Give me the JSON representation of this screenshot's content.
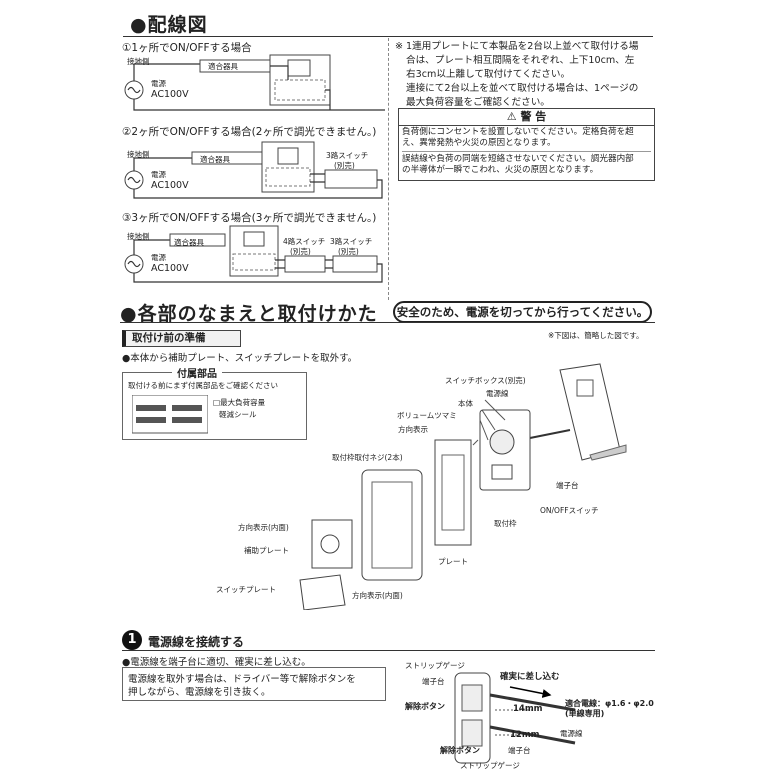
{
  "wiring": {
    "title": "●配線図",
    "case1": {
      "title": "①1ヶ所でON/OFFする場合",
      "ground": "接地側",
      "fixture": "適合器具",
      "power": "電源",
      "voltage": "AC100V"
    },
    "case2": {
      "title": "②2ヶ所でON/OFFする場合(2ヶ所で調光できません。)",
      "ground": "接地側",
      "fixture": "適合器具",
      "switch": "3路スイッチ",
      "switch_note": "(別売)",
      "power": "電源",
      "voltage": "AC100V"
    },
    "case3": {
      "title": "③3ヶ所でON/OFFする場合(3ヶ所で調光できません。)",
      "ground": "接地側",
      "fixture": "適合器具",
      "switch4": "4路スイッチ",
      "switch4_note": "(別売)",
      "switch3": "3路スイッチ",
      "switch3_note": "(別売)",
      "power": "電源",
      "voltage": "AC100V"
    },
    "note": {
      "mark": "※",
      "lines": [
        "1連用プレートにて本製品を2台以上並べて取付ける場",
        "合は、プレート相互間隔をそれぞれ、上下10cm、左",
        "右3cm以上離して取付けてください。",
        "連接にて2台以上を並べて取付ける場合は、1ページの",
        "最大負荷容量をご確認ください。"
      ]
    },
    "warning": {
      "title": "警 告",
      "paragraph1": [
        "負荷側にコンセントを設置しないでください。定格負荷を超",
        "え、異常発熱や火災の原因となります。"
      ],
      "paragraph2": [
        "誤結線や負荷の同端を短絡させないでください。調光器内部",
        "の半導体が一瞬でこわれ、火災の原因となります。"
      ]
    }
  },
  "parts": {
    "title": "●各部のなまえと取付けかた",
    "safety": "安全のため、電源を切ってから行ってください。",
    "prep_tab": "取付け前の準備",
    "simplified_note": "※下図は、簡略した図です。",
    "prep_text": "●本体から補助プレート、スイッチプレートを取外す。",
    "accessories": {
      "title": "付属部品",
      "subtitle": "取付ける前にまず付属部品をご確認ください",
      "item1": "□最大負荷容量",
      "item2": "軽減シール"
    },
    "labels": {
      "switch_box": "スイッチボックス(別売)",
      "power_line": "電源線",
      "body": "本体",
      "volume_knob": "ボリュームツマミ",
      "direction": "方向表示",
      "frame_screw": "取付枠取付ネジ(2本)",
      "terminal": "端子台",
      "onoff_switch": "ON/OFFスイッチ",
      "frame": "取付枠",
      "plate": "プレート",
      "direction_inner1": "方向表示(内面)",
      "aux_plate": "補助プレート",
      "switch_plate": "スイッチプレート",
      "direction_inner2": "方向表示(内面)"
    }
  },
  "step1": {
    "number": "1",
    "title": "電源線を接続する",
    "text1": "●電源線を端子台に適切、確実に差し込む。",
    "text2": "電源線を取外す場合は、ドライバー等で解除ボタンを",
    "text3": "押しながら、電源線を引き抜く。",
    "labels": {
      "strip_gauge_top": "ストリップゲージ",
      "terminal_top": "端子台",
      "insert_firmly": "確実に差し込む",
      "wire_size": "適合電線：φ1.6・φ2.0",
      "wire_type": "(単線専用)",
      "release_top": "解除ボタン",
      "len14": "14mm",
      "len12": "12mm",
      "power_line": "電源線",
      "release_bottom": "解除ボタン",
      "terminal_bottom": "端子台",
      "strip_gauge_bottom": "ストリップゲージ"
    }
  }
}
